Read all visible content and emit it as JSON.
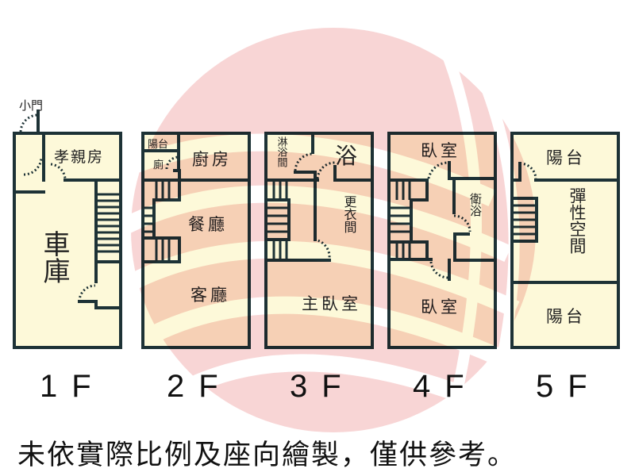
{
  "colors": {
    "wall": "#1d3236",
    "floor": "#fdf9d9",
    "watermark": "#ee9a9a"
  },
  "floors": [
    {
      "label": "1F",
      "rooms": {
        "small_door": "小門",
        "elder_room": "孝親房",
        "garage": "車庫"
      }
    },
    {
      "label": "2F",
      "rooms": {
        "balcony": "陽台",
        "toilet": "廁",
        "kitchen": "廚房",
        "dining": "餐廳",
        "living": "客廳"
      }
    },
    {
      "label": "3F",
      "rooms": {
        "shower": "淋浴間",
        "bath": "浴",
        "closet": "更衣間",
        "master": "主臥室"
      }
    },
    {
      "label": "4F",
      "rooms": {
        "bedroom_top": "臥室",
        "bath": "衛浴",
        "bedroom_bottom": "臥室"
      }
    },
    {
      "label": "5F",
      "rooms": {
        "balcony_top": "陽台",
        "flex": "彈性空間",
        "balcony_bottom": "陽台"
      }
    }
  ],
  "caption": "未依實際比例及座向繪製，僅供參考。"
}
